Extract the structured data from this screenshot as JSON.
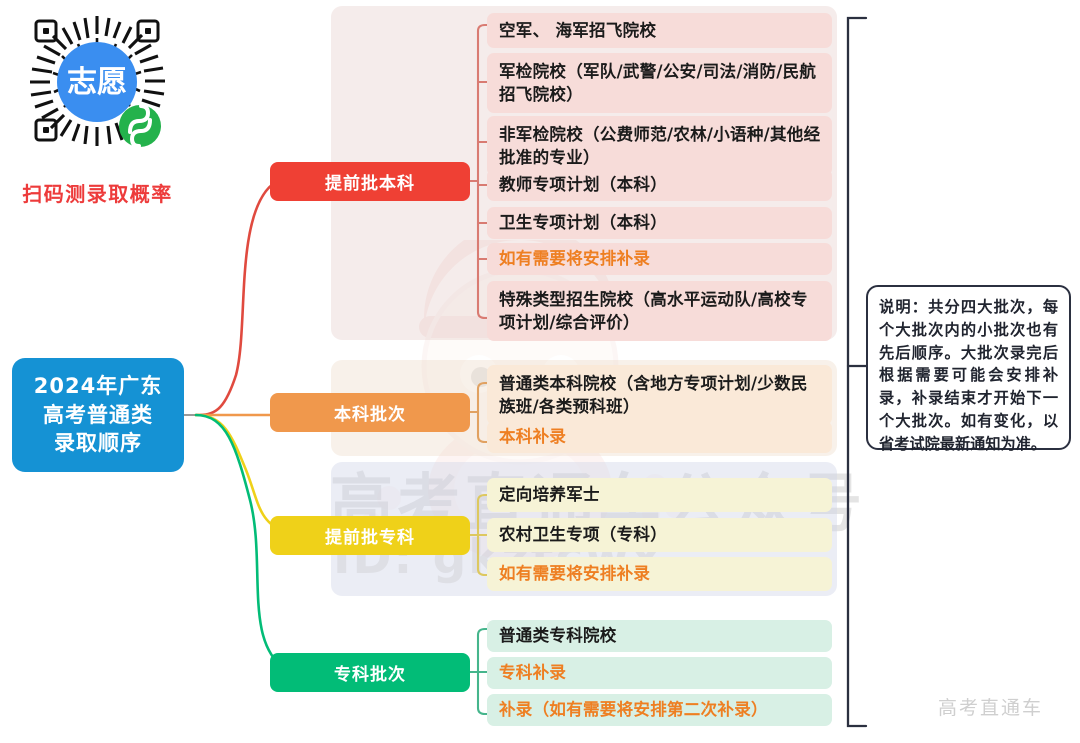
{
  "qr": {
    "center_label": "志愿",
    "caption": "扫码测录取概率",
    "mini_program_icon": "wechat-miniprogram-icon"
  },
  "root": {
    "lines": [
      "2024年广东",
      "高考普通类",
      "录取顺序"
    ],
    "color": "#1592d4"
  },
  "branches": [
    {
      "label": "提前批本科",
      "color": "#ef4034",
      "tint": "#f9dfdd",
      "leaves": [
        {
          "text": "空军、 海军招飞院校",
          "accent": false
        },
        {
          "text": "军检院校（军队/武警/公安/司法/消防/民航招飞院校）",
          "accent": false
        },
        {
          "text": "非军检院校（公费师范/农林/小语种/其他经批准的专业）",
          "accent": false
        },
        {
          "text": "教师专项计划（本科）",
          "accent": false
        },
        {
          "text": "卫生专项计划（本科）",
          "accent": false
        },
        {
          "text": "如有需要将安排补录",
          "accent": true
        },
        {
          "text": "特殊类型招生院校（高水平运动队/高校专项计划/综合评价）",
          "accent": false
        }
      ]
    },
    {
      "label": "本科批次",
      "color": "#f0984c",
      "tint": "#fbe7d4",
      "leaves": [
        {
          "text": "普通类本科院校（含地方专项计划/少数民族班/各类预科班）",
          "accent": false
        },
        {
          "text": "本科补录",
          "accent": true
        }
      ]
    },
    {
      "label": "提前批专科",
      "color": "#efd119",
      "tint": "#f7f4d7",
      "leaves": [
        {
          "text": "定向培养军士",
          "accent": false
        },
        {
          "text": "农村卫生专项（专科）",
          "accent": false
        },
        {
          "text": "如有需要将安排补录",
          "accent": true
        }
      ]
    },
    {
      "label": "专科批次",
      "color": "#02bc77",
      "tint": "#d6f0e4",
      "leaves": [
        {
          "text": "普通类专科院校",
          "accent": false
        },
        {
          "text": "专科补录",
          "accent": true
        },
        {
          "text": "补录（如有需要将安排第二次补录）",
          "accent": true
        }
      ]
    }
  ],
  "note": {
    "text": "说明：共分四大批次，每个大批次内的小批次也有先后顺序。大批次录完后根据需要可能会安排补录，补录结束才开始下一个大批次。如有变化，以省考试院最新通知为准。"
  },
  "watermarks": {
    "brand": "高考直通车公众号",
    "wechat_id": "ID: gkztcwx",
    "corner": "高考直通车"
  }
}
